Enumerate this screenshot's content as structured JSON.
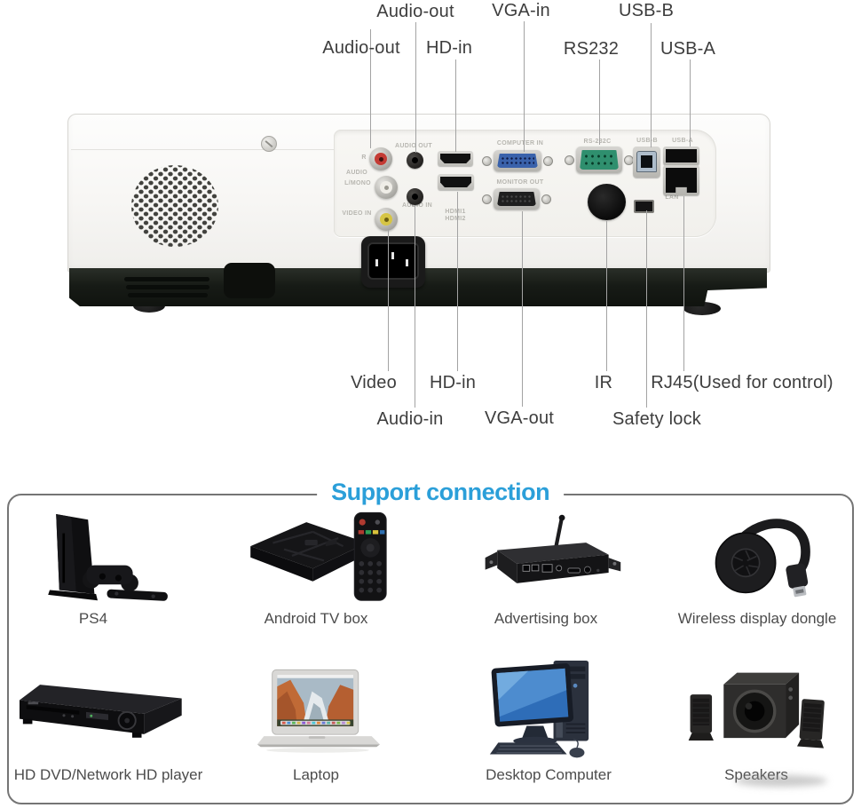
{
  "rear_panel": {
    "top_labels": [
      {
        "text": "Audio-out"
      },
      {
        "text": "VGA-in"
      },
      {
        "text": "USB-B"
      },
      {
        "text": "Audio-out"
      },
      {
        "text": "HD-in"
      },
      {
        "text": "RS232"
      },
      {
        "text": "USB-A"
      }
    ],
    "bottom_labels": [
      {
        "text": "Video"
      },
      {
        "text": "HD-in"
      },
      {
        "text": "IR"
      },
      {
        "text": "RJ45(Used for control)"
      },
      {
        "text": "Audio-in"
      },
      {
        "text": "VGA-out"
      },
      {
        "text": "Safety lock"
      }
    ],
    "panel_prints": {
      "audio_out": "AUDIO OUT",
      "r": "R",
      "audio": "AUDIO",
      "l_mono": "L/MONO",
      "video_in": "VIDEO IN",
      "audio_in": "AUDIO IN",
      "hdmi1": "HDMI1",
      "hdmi2": "HDMI2",
      "computer_in": "COMPUTER IN",
      "monitor_out": "MONITOR OUT",
      "rs232c": "RS-232C",
      "usb_b": "USB-B",
      "usb_a": "USB-A",
      "lan": "LAN"
    },
    "port_colors": {
      "vga_in": "#3a62ab",
      "rs232": "#2f8f6e",
      "rca_red": "#c43b34",
      "rca_white": "#efede7",
      "rca_yellow": "#d6c545"
    }
  },
  "support": {
    "title": "Support connection",
    "title_color": "#2b9fd9",
    "devices": [
      {
        "name": "PS4"
      },
      {
        "name": "Android TV box"
      },
      {
        "name": "Advertising box"
      },
      {
        "name": "Wireless display dongle"
      },
      {
        "name": "HD DVD/Network HD player"
      },
      {
        "name": "Laptop"
      },
      {
        "name": "Desktop Computer"
      },
      {
        "name": "Speakers"
      }
    ]
  }
}
